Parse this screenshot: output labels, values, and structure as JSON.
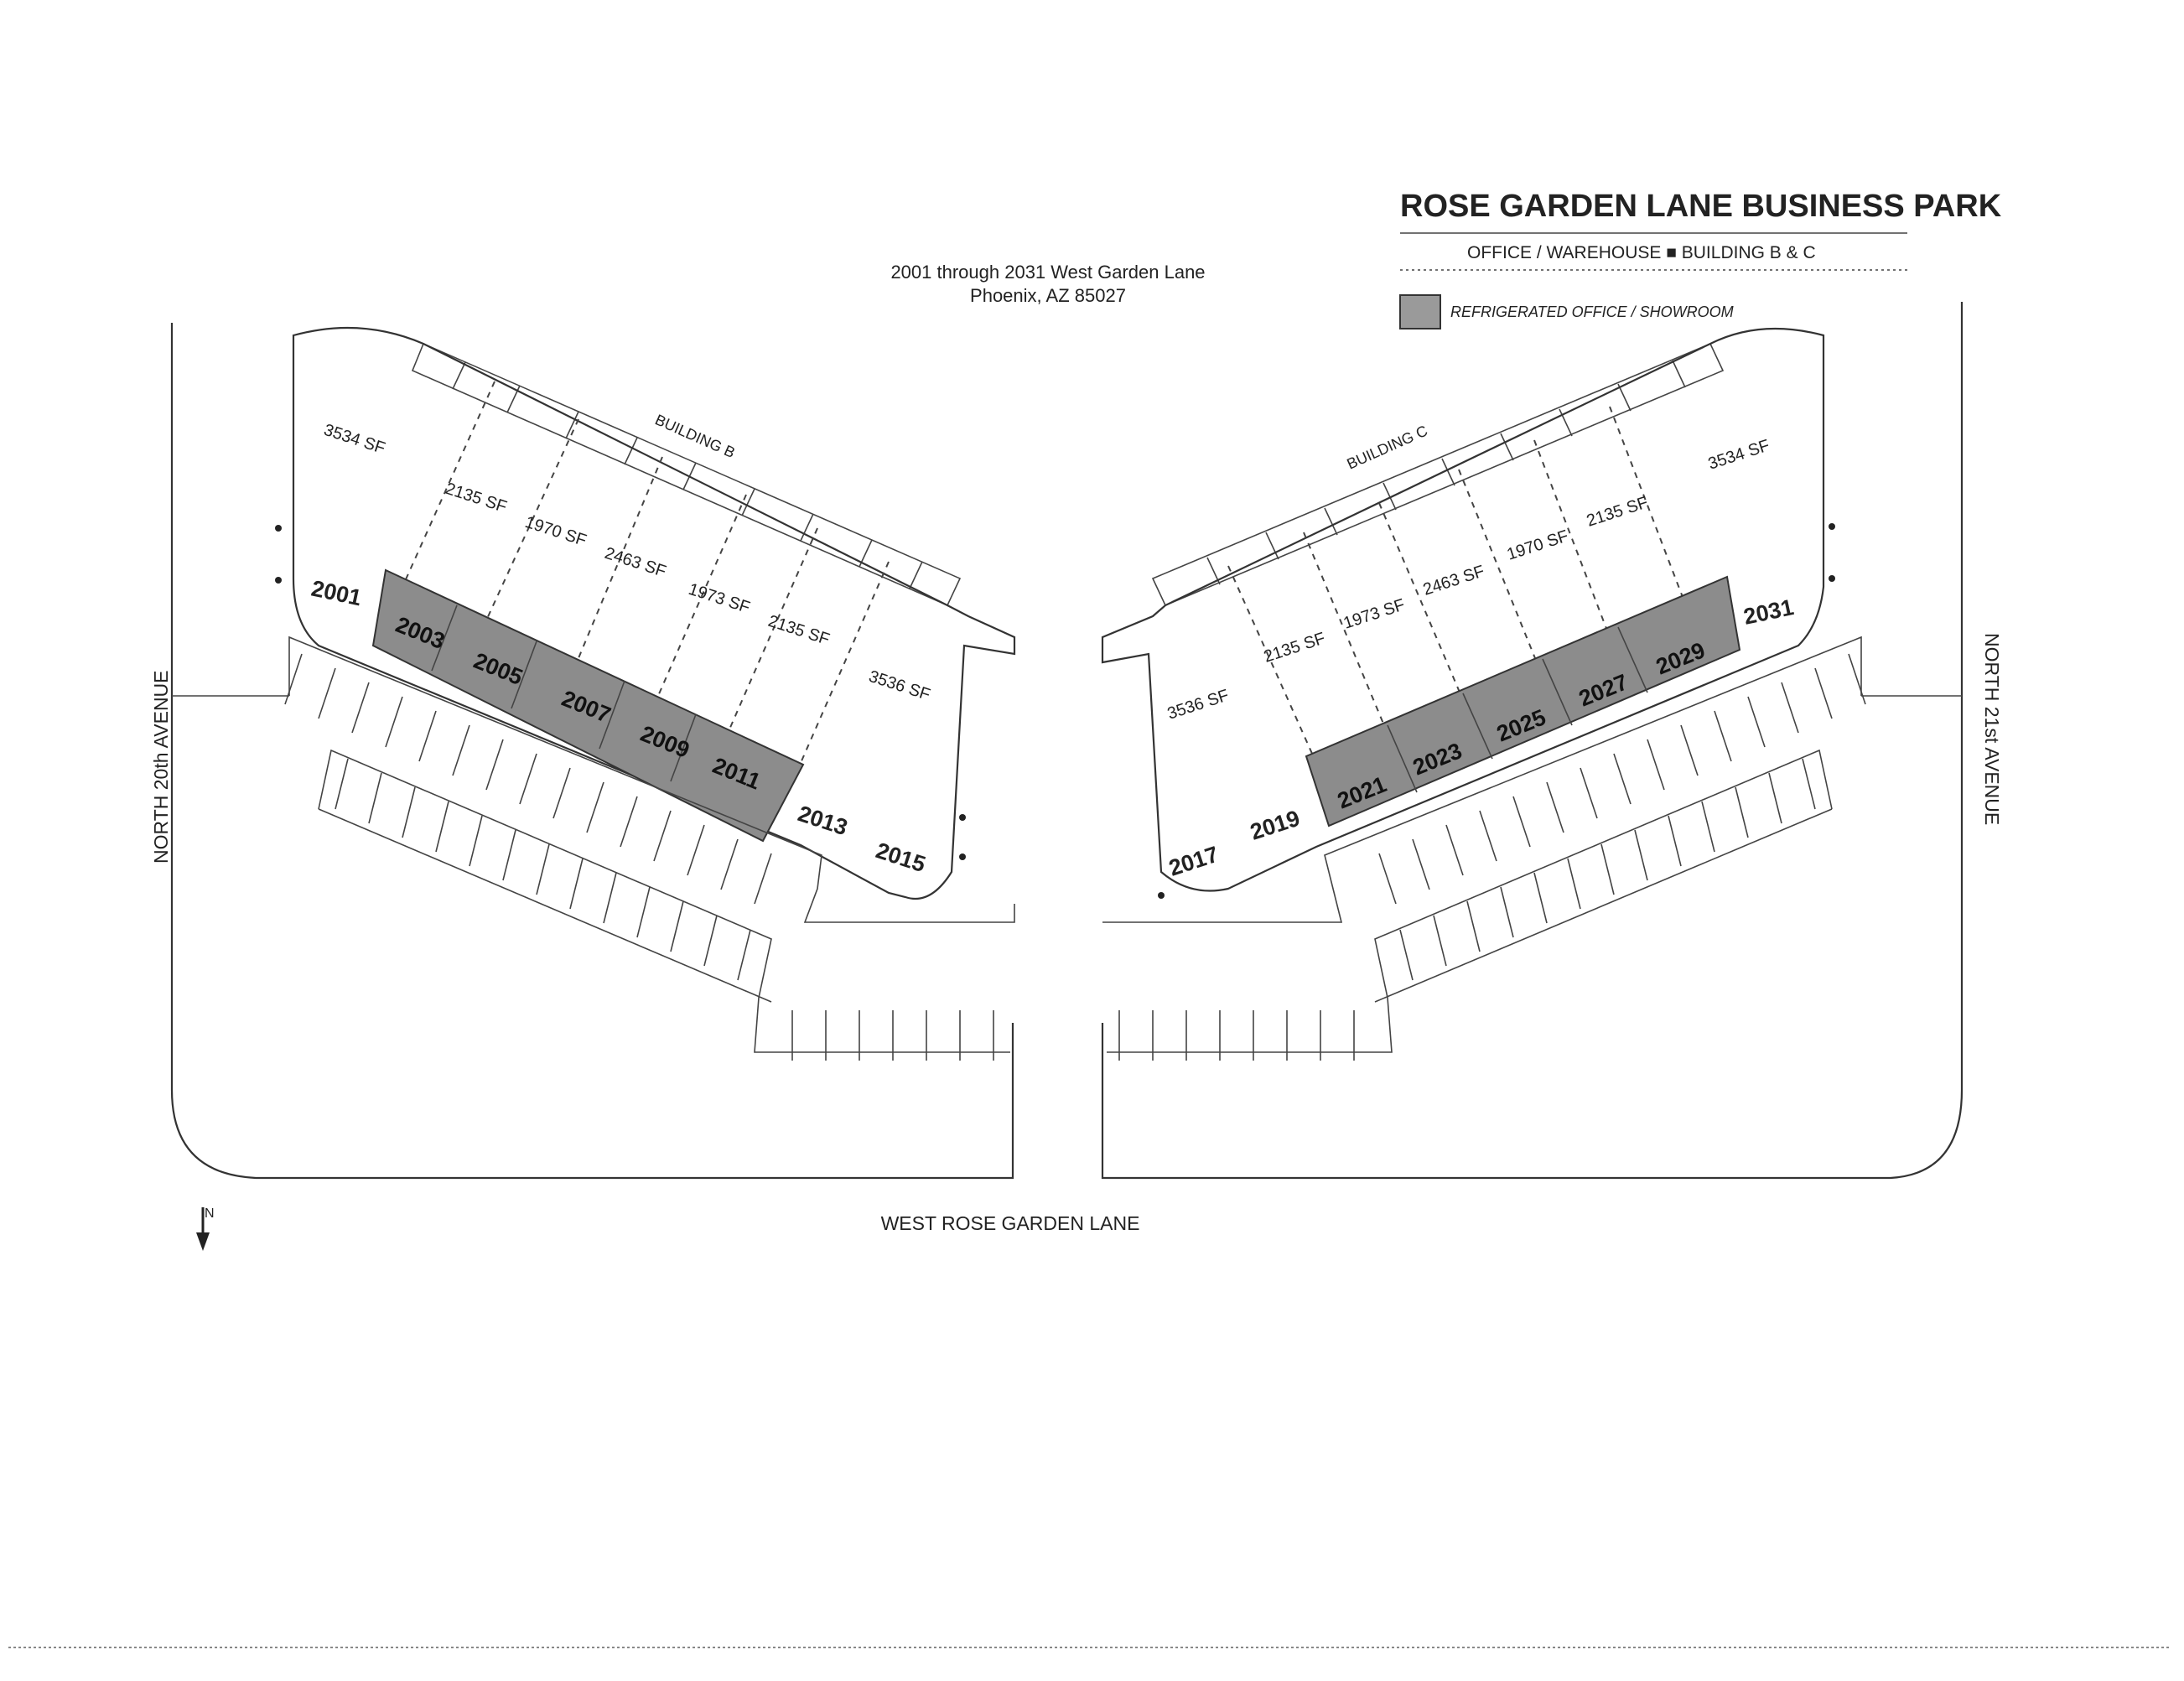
{
  "header": {
    "title": "ROSE GARDEN LANE BUSINESS PARK",
    "subtitle": "OFFICE / WAREHOUSE ■ BUILDING B & C",
    "legend_label": "REFRIGERATED OFFICE / SHOWROOM"
  },
  "address": {
    "line1": "2001 through 2031 West Garden Lane",
    "line2": "Phoenix, AZ 85027"
  },
  "streets": {
    "west": "NORTH 20th AVENUE",
    "east": "NORTH 21st AVENUE",
    "south": "WEST ROSE GARDEN LANE"
  },
  "north_arrow": "N",
  "building_b": {
    "label": "BUILDING B",
    "areas": [
      "3534 SF",
      "2135 SF",
      "1970 SF",
      "2463 SF",
      "1973 SF",
      "2135 SF",
      "3536 SF"
    ],
    "units": [
      "2001",
      "2003",
      "2005",
      "2007",
      "2009",
      "2011",
      "2013",
      "2015"
    ]
  },
  "building_c": {
    "label": "BUILDING C",
    "areas": [
      "3536 SF",
      "2135 SF",
      "1973 SF",
      "2463 SF",
      "1970 SF",
      "2135 SF",
      "3534 SF"
    ],
    "units": [
      "2017",
      "2019",
      "2021",
      "2023",
      "2025",
      "2027",
      "2029",
      "2031"
    ]
  },
  "colors": {
    "line": "#333333",
    "shaded": "#8c8c8c",
    "paper": "#ffffff"
  }
}
